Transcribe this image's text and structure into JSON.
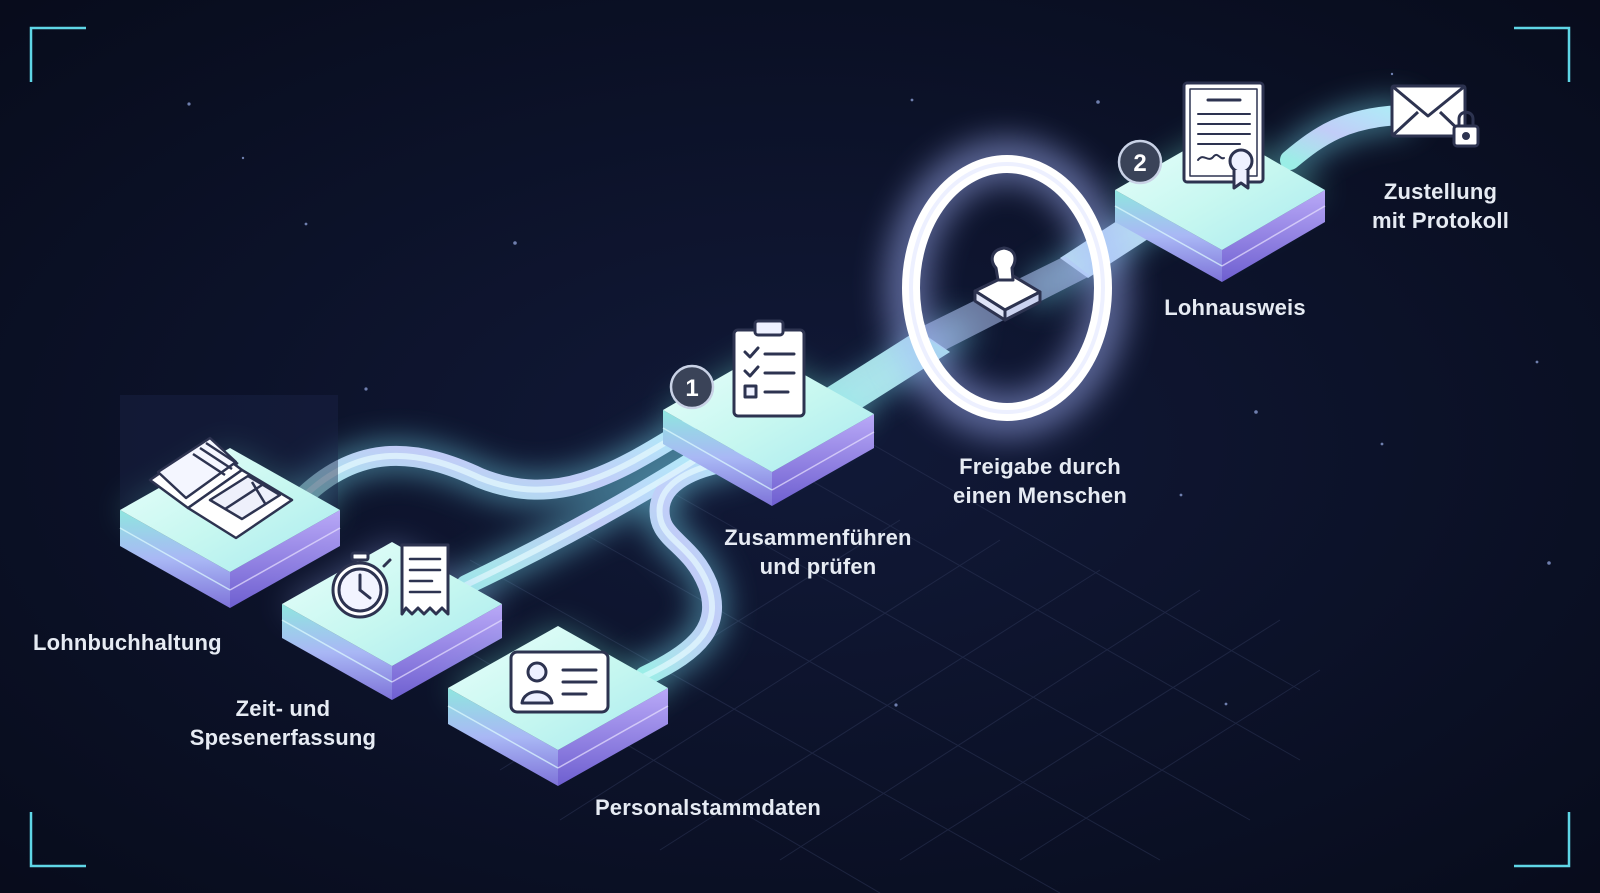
{
  "stages": [
    {
      "id": "lohnbuchhaltung",
      "lines": [
        "Lohnbuchhaltung"
      ],
      "icon": "open-book-icon"
    },
    {
      "id": "zeit-spesen",
      "lines": [
        "Zeit- und",
        "Spesenerfassung"
      ],
      "icon": "stopwatch-receipt-icon"
    },
    {
      "id": "personalstammdaten",
      "lines": [
        "Personalstammdaten"
      ],
      "icon": "id-card-icon"
    },
    {
      "id": "zusammenfuehren",
      "lines": [
        "Zusammenführen",
        "und prüfen"
      ],
      "icon": "clipboard-checklist-icon",
      "step_badge": "1"
    },
    {
      "id": "freigabe",
      "lines": [
        "Freigabe durch",
        "einen Menschen"
      ],
      "icon": "stamp-icon"
    },
    {
      "id": "lohnausweis",
      "lines": [
        "Lohnausweis"
      ],
      "icon": "certificate-icon",
      "step_badge": "2"
    },
    {
      "id": "zustellung",
      "lines": [
        "Zustellung",
        "mit Protokoll"
      ],
      "icon": "envelope-lock-icon"
    }
  ],
  "colors": {
    "background": "#0b1024",
    "path_glow": "#9ff0ff",
    "tile_top": "#c7fbf3",
    "tile_side": "#b6a8f5",
    "accent_cyan": "#5fd6e6",
    "ring": "#ffffff",
    "badge": "#3a4358"
  }
}
